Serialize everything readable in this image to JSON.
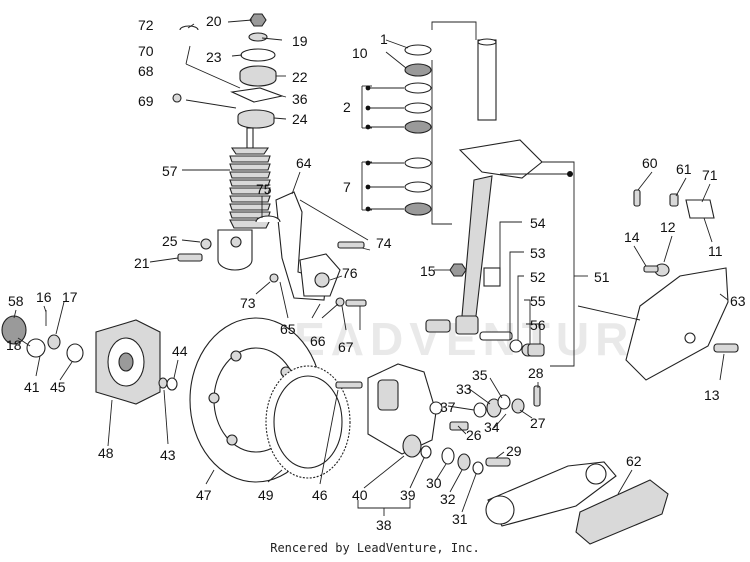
{
  "watermark": "LEADVENTURE",
  "footer_text": "Rencered by LeadVenture, Inc.",
  "callouts": {
    "c1": "1",
    "c2": "2",
    "c7": "7",
    "c10": "10",
    "c11": "11",
    "c12": "12",
    "c13": "13",
    "c14": "14",
    "c15": "15",
    "c16": "16",
    "c17": "17",
    "c18": "18",
    "c19": "19",
    "c20": "20",
    "c21": "21",
    "c22": "22",
    "c23": "23",
    "c24": "24",
    "c25": "25",
    "c26": "26",
    "c27": "27",
    "c28": "28",
    "c29": "29",
    "c30": "30",
    "c31": "31",
    "c32": "32",
    "c33": "33",
    "c34": "34",
    "c35": "35",
    "c36": "36",
    "c37": "37",
    "c38": "38",
    "c39": "39",
    "c40": "40",
    "c41": "41",
    "c43": "43",
    "c44": "44",
    "c45": "45",
    "c46": "46",
    "c47": "47",
    "c48": "48",
    "c49": "49",
    "c51": "51",
    "c52": "52",
    "c53": "53",
    "c54": "54",
    "c55": "55",
    "c56": "56",
    "c57": "57",
    "c58": "58",
    "c60": "60",
    "c61": "61",
    "c62": "62",
    "c63": "63",
    "c64": "64",
    "c65": "65",
    "c66": "66",
    "c67": "67",
    "c68": "68",
    "c69": "69",
    "c70": "70",
    "c71": "71",
    "c72": "72",
    "c73": "73",
    "c74": "74",
    "c75": "75",
    "c76": "76"
  }
}
